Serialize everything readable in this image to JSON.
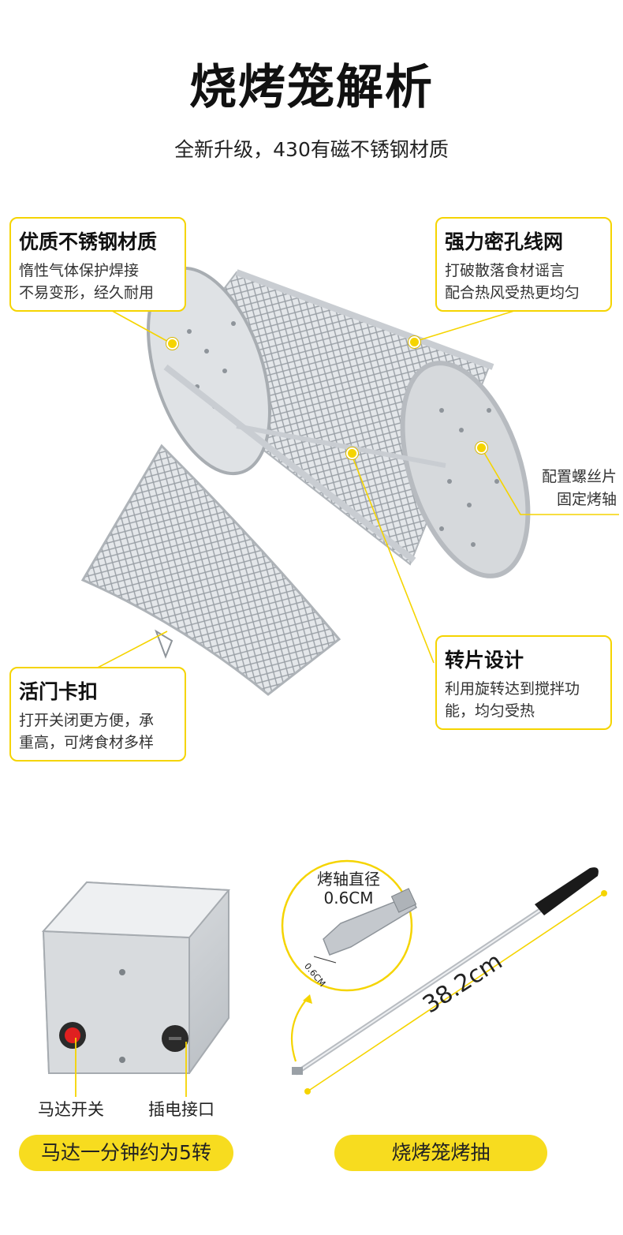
{
  "header": {
    "title": "烧烤笼解析",
    "subtitle": "全新升级，430有磁不锈钢材质"
  },
  "callouts": {
    "material": {
      "title": "优质不锈钢材质",
      "lines": [
        "惰性气体保护焊接",
        "不易变形，经久耐用"
      ]
    },
    "mesh": {
      "title": "强力密孔线网",
      "lines": [
        "打破散落食材谣言",
        "配合热风受热更均匀"
      ]
    },
    "screw": {
      "lines": [
        "配置螺丝片",
        "固定烤轴"
      ]
    },
    "rotor": {
      "title": "转片设计",
      "lines": [
        "利用旋转达到搅拌功",
        "能，均匀受热"
      ]
    },
    "latch": {
      "title": "活门卡扣",
      "lines": [
        "打开关闭更方便，承",
        "重高，可烤食材多样"
      ]
    }
  },
  "motor": {
    "switch_label": "马达开关",
    "socket_label": "插电接口",
    "banner": "马达一分钟约为5转"
  },
  "skewer": {
    "zoom_title": "烤轴直径",
    "zoom_value": "0.6CM",
    "zoom_dim": "0.6CM",
    "length": "38.2cm",
    "banner": "烧烤笼烤抽"
  },
  "colors": {
    "accent": "#f5d400",
    "steel": "#c9cdd2"
  }
}
